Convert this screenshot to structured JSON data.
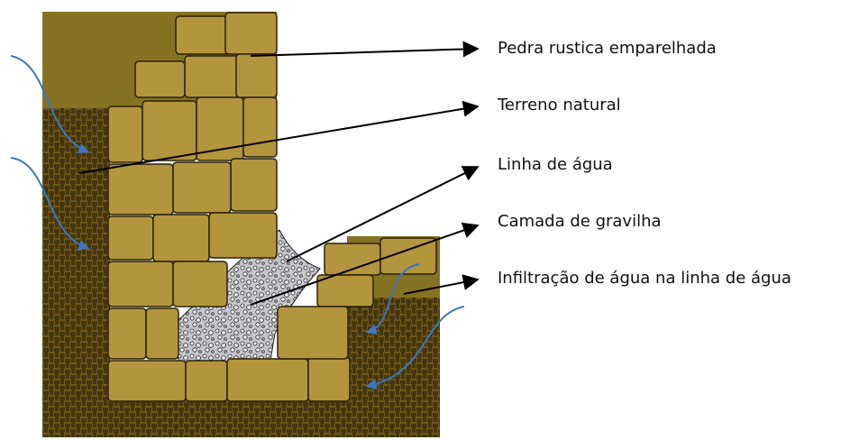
{
  "labels": [
    "Pedra rustica emparelhada",
    "Terreno natural",
    "Linha de água",
    "Camada de gravilha",
    "Infiltração de água na linha de água"
  ],
  "colors": {
    "stone": "#b3953d",
    "stone_outline": "#2a2208",
    "ground_top": "#857323",
    "soil": "#6e5617",
    "soil_weave": "#1c1504",
    "gravel": "#c6c6cc",
    "water_arrow": "#3a78bf",
    "pointer": "#000000"
  }
}
